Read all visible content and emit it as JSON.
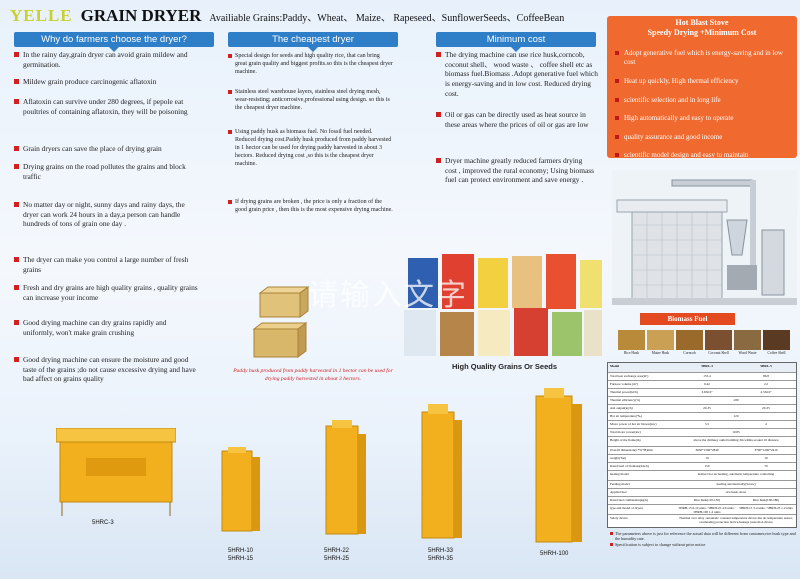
{
  "header": {
    "brand": "YELLE",
    "title": "GRAIN DRYER",
    "grains": "Availiable Grains:Paddy、Wheat、 Maize、 Rapeseed、SunflowerSeeds、CoffeeBean"
  },
  "columns": {
    "why": {
      "heading": "Why do farmers choose the dryer?",
      "items": [
        "In the rainy day,grain dryer can avoid grain mildew and germination.",
        "Mildew grain produce carcinogenic aflatoxin",
        "Aflatoxin can survive under 280 degrees, if pepole eat poultries of containing aflatoxin, they will be poisoning",
        "Grain dryers can save the place of drying grain",
        "Drying grains on the road pollutes the grains and block traffic",
        "No matter day or night, sunny days and rainy days, the dryer can work 24 hours in a day,a person can handle hundreds of tons of grain one day .",
        "The dryer can make you control a large number of fresh grains",
        "Fresh and dry grains are high quality grains , quality grains can increase your income",
        "Good drying machine can dry grains rapidly and uniformly, won't make grain crushing",
        "Good drying machine can ensure the moisture and good taste of the grains ;do not cause excessive drying and have bad affect on grains quality"
      ]
    },
    "cheapest": {
      "heading": "The cheapest dryer",
      "items": [
        "Special design for seeds and high quality rice, that can bring great grain quality and biggest profits.so this is the cheapest dryer machine.",
        "Stainless steel warehouse layers, stainless steel drying mesh, wear-resisting; anticorrosive,professional using design. so this is the cheapest dryer machine.",
        "Using paddy husk as biomass fuel. No fossil fuel needed. Reduced drying cost.Paddy husk produced from paddy harvested in 1 hector can be used for drying paddy harvested in about 3 hectors. Reduced drying cost ,so this is the cheapest dryer machine.",
        "If drying grains are broken , the price is only a fraction of the good grain price , then this is the most expensive drying machine."
      ],
      "caption": "Paddy husk produced from paddy harvested in 1 hector can be used for drying paddy harvested in about 3 hectors."
    },
    "minimum": {
      "heading": "Minimum cost",
      "items": [
        "The drying machine can use rice husk,corncob, coconut shell、 wood waste 、 coffee shell etc as biomass fuel.Biomass .Adopt generative fuel which is energy-saving and in low cost. Reduced drying cost.",
        "Oil or gas can be directly used as heat source in these areas where the prices of oil or gas are low",
        "Dryer machine greatly reduced farmers drying cost , improved the rural economy; Using biomass fuel can protect environment and save energy ."
      ]
    }
  },
  "hot_blast": {
    "title_line1": "Hot Blast Stove",
    "title_line2": "Speedy Drying +Minimum Cost",
    "items": [
      "Adopt generative fuel which is energy-saving and in low cost",
      "Heat up quickly, High thermal efficiency",
      "scientific selection and in long life",
      "High automatically and easy to operate",
      "quality assurance and good income",
      "scientific model design and easy to maintain"
    ]
  },
  "watermark": "请输入文字",
  "hq_label": "High Quality Grains Or Seeds",
  "biomass": {
    "heading": "Biomass Fuel",
    "fuels": [
      "Rice Husk",
      "Maize Husk",
      "Corncob",
      "Coconut Shell",
      "Wood Waste",
      "Coffee Shell"
    ],
    "fuel_colors": [
      "#b88a3a",
      "#caa055",
      "#9a6a2a",
      "#7a5030",
      "#8a6a40",
      "#5a3a22"
    ]
  },
  "spec_table": {
    "header": [
      "Model",
      "5HRL-4",
      "5HRL-5"
    ],
    "rows": [
      [
        "Total heat exchange area(m²)",
        "155.4",
        "86.8"
      ],
      [
        "Furnace volume (m³)",
        "0.42",
        "2.2"
      ],
      [
        "Thermal power(kJ/h)",
        "3.6X10⁵",
        "2.5X10⁵"
      ],
      [
        "Thermal efficiency(%)",
        "≥80",
        ""
      ],
      [
        "Ash output(kg/h)",
        "20-35",
        "20-35"
      ],
      [
        "Hot air temperature(℃)",
        "120",
        ""
      ],
      [
        "Motor power of hot air blower(kw)",
        "5.5",
        "4"
      ],
      [
        "Total motor power(kw)",
        "10.85",
        ""
      ],
      [
        "Height of the flame(m)",
        "above the chimney outlet building 3m within around 10 distance",
        ""
      ],
      [
        "Overall dimension(L*W*H)mm",
        "3650*1560*2840",
        "3700*1200*2410"
      ],
      [
        "weight(Ton)",
        "10",
        "10"
      ],
      [
        "Rated feed of biomass(KG/h)",
        "150",
        "70"
      ],
      [
        "heating model",
        "indirect hot air heating, automatic temperature controlling",
        ""
      ],
      [
        "Feeding model",
        "feeding automatically(Screw)",
        ""
      ],
      [
        "Applied fuel",
        "rice husk, straw",
        ""
      ],
      [
        "Rated fuel combustion(kg/h)",
        "Rice husk(110-130)",
        "Rice husk(100-180)"
      ],
      [
        "type and model of dryers",
        "5HRH-15 6-10 units / 5HRH-25 4-6 units / 5HRH-100 1-2 units",
        "5HRH-15 3-4 units / 5HRH-25 1-2 units"
      ],
      [
        "Safety device",
        "Thermal over relay ,automatic constant temperature device,fire air temperature sensor, overheating protection device,leakage protection device",
        ""
      ]
    ]
  },
  "notes": [
    "The parameters above is just for reference the actual data will be different from customer,rice husk type and the humidity rate.",
    "Specification is subject to change without prior notice"
  ],
  "models": {
    "m1": "5HRC-3",
    "m2a": "5HRH-10",
    "m2b": "5HRH-15",
    "m3a": "5HRH-22",
    "m3b": "5HRH-25",
    "m4a": "5HRH-33",
    "m4b": "5HRH-35",
    "m5": "5HRH-100"
  },
  "colors": {
    "header_blue": "#2f7fc8",
    "hot_blast_orange": "#f06a30",
    "dryer_yellow": "#f2b01e",
    "bullet_red": "#d02020"
  }
}
